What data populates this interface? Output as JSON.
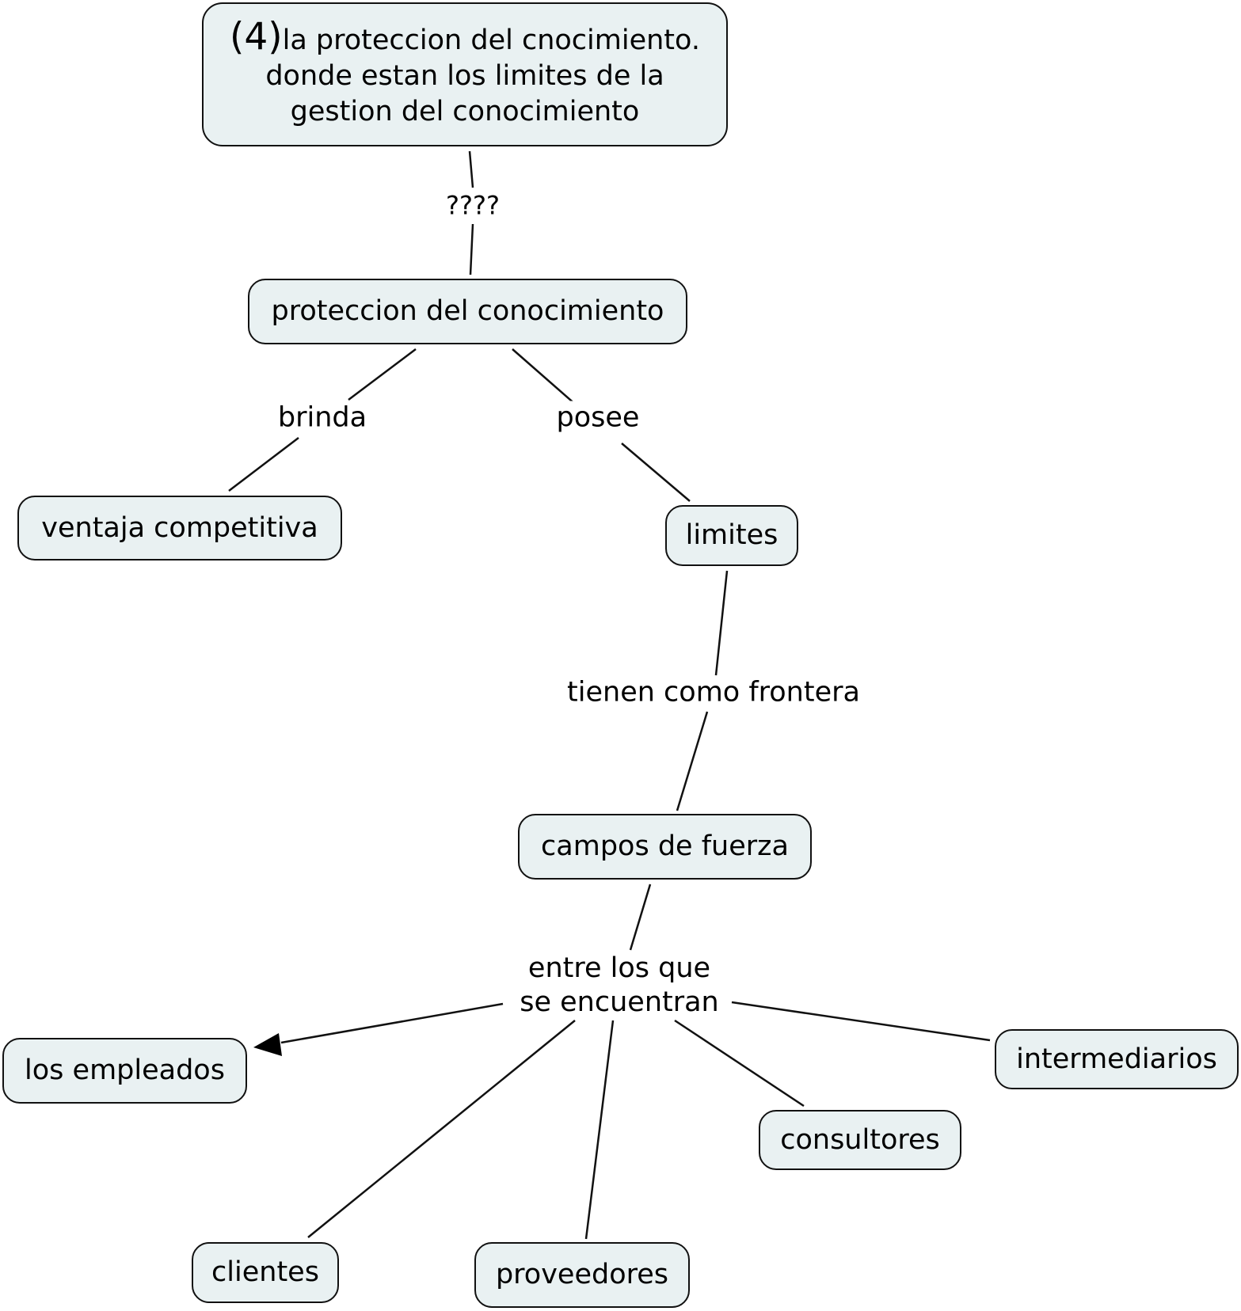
{
  "root": {
    "prefix": "(4)",
    "line1": "la proteccion del cnocimiento.",
    "line2": "donde estan los limites de la",
    "line3": "gestion del conocimiento"
  },
  "nodes": {
    "proteccion": "proteccion del conocimiento",
    "ventaja": "ventaja competitiva",
    "limites": "limites",
    "campos": "campos de fuerza",
    "empleados": "los empleados",
    "intermediarios": "intermediarios",
    "consultores": "consultores",
    "clientes": "clientes",
    "proveedores": "proveedores"
  },
  "links": {
    "q": "????",
    "brinda": "brinda",
    "posee": "posee",
    "frontera": "tienen como frontera",
    "entre_line1": "entre los que",
    "entre_line2": "se encuentran"
  },
  "colors": {
    "node_fill": "#e9f1f2",
    "stroke": "#111111"
  }
}
